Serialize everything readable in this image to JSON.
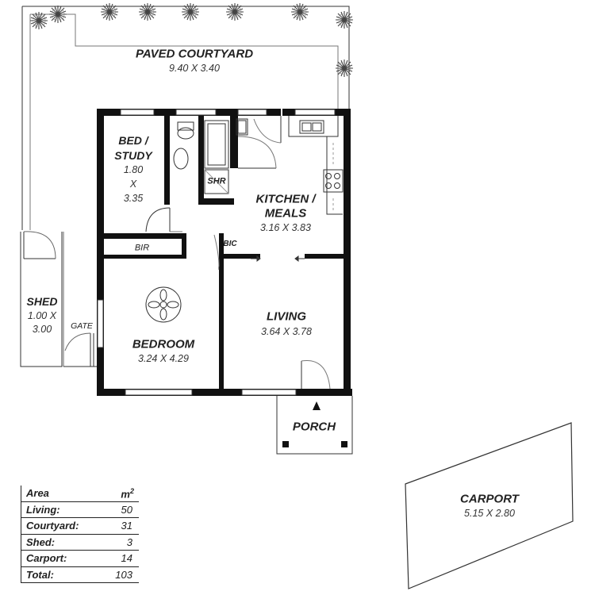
{
  "rooms": {
    "courtyard": {
      "name": "PAVED COURTYARD",
      "dims": "9.40 X 3.40"
    },
    "bed_study": {
      "name_line1": "BED /",
      "name_line2": "STUDY",
      "dim_w": "1.80",
      "dim_x": "X",
      "dim_h": "3.35"
    },
    "shower": {
      "name": "SHR"
    },
    "kitchen": {
      "name_line1": "KITCHEN /",
      "name_line2": "MEALS",
      "dims": "3.16 X 3.83"
    },
    "bir": {
      "name": "BIR"
    },
    "bic": {
      "name": "BIC"
    },
    "shed": {
      "name": "SHED",
      "dims_line1": "1.00 X",
      "dims_line2": "3.00"
    },
    "gate": {
      "name": "GATE"
    },
    "bedroom": {
      "name": "BEDROOM",
      "dims": "3.24 X 4.29"
    },
    "living": {
      "name": "LIVING",
      "dims": "3.64 X 3.78"
    },
    "porch": {
      "name": "PORCH"
    },
    "carport": {
      "name": "CARPORT",
      "dims": "5.15 X 2.80"
    }
  },
  "area_table": {
    "header_label": "Area",
    "header_unit": "m",
    "header_unit_sup": "2",
    "rows": [
      {
        "label": "Living:",
        "value": "50"
      },
      {
        "label": "Courtyard:",
        "value": "31"
      },
      {
        "label": "Shed:",
        "value": "3"
      },
      {
        "label": "Carport:",
        "value": "14"
      },
      {
        "label": "Total:",
        "value": "103"
      }
    ]
  }
}
